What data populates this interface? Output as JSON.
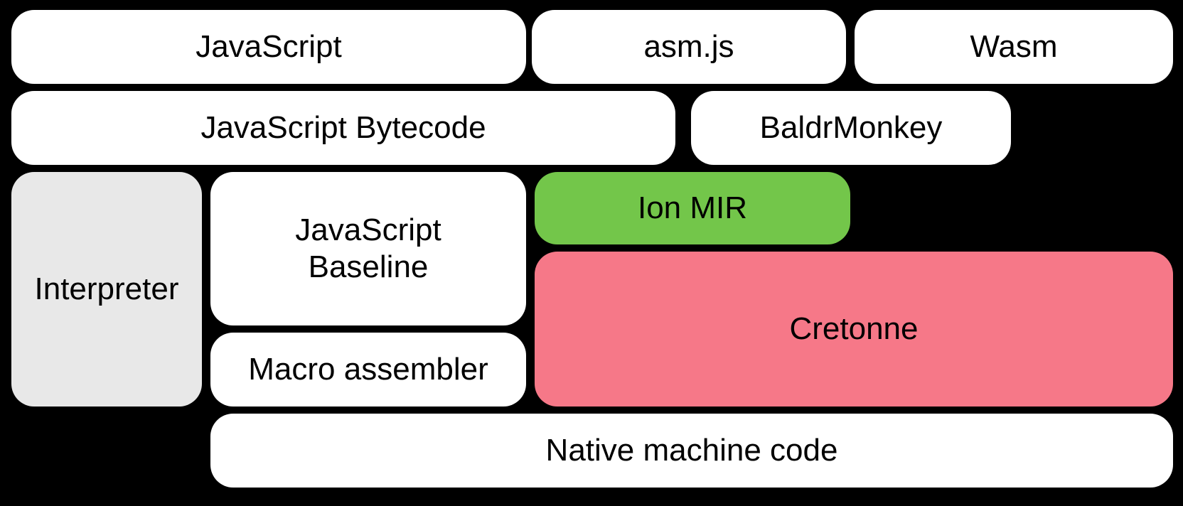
{
  "colors": {
    "background": "#000000",
    "box_white": "#ffffff",
    "box_grey": "#e8e8e8",
    "box_green": "#73c64a",
    "box_pink": "#f67888",
    "text": "#000000"
  },
  "diagram": {
    "boxes": [
      {
        "id": "javascript",
        "label": "JavaScript"
      },
      {
        "id": "asmjs",
        "label": "asm.js"
      },
      {
        "id": "wasm",
        "label": "Wasm"
      },
      {
        "id": "javascript-bytecode",
        "label": "JavaScript Bytecode"
      },
      {
        "id": "baldrmonkey",
        "label": "BaldrMonkey"
      },
      {
        "id": "interpreter",
        "label": "Interpreter"
      },
      {
        "id": "javascript-baseline",
        "label": "JavaScript Baseline"
      },
      {
        "id": "ion-mir",
        "label": "Ion MIR"
      },
      {
        "id": "cretonne",
        "label": "Cretonne"
      },
      {
        "id": "macro-assembler",
        "label": "Macro assembler"
      },
      {
        "id": "native-machine-code",
        "label": "Native machine code"
      }
    ]
  }
}
